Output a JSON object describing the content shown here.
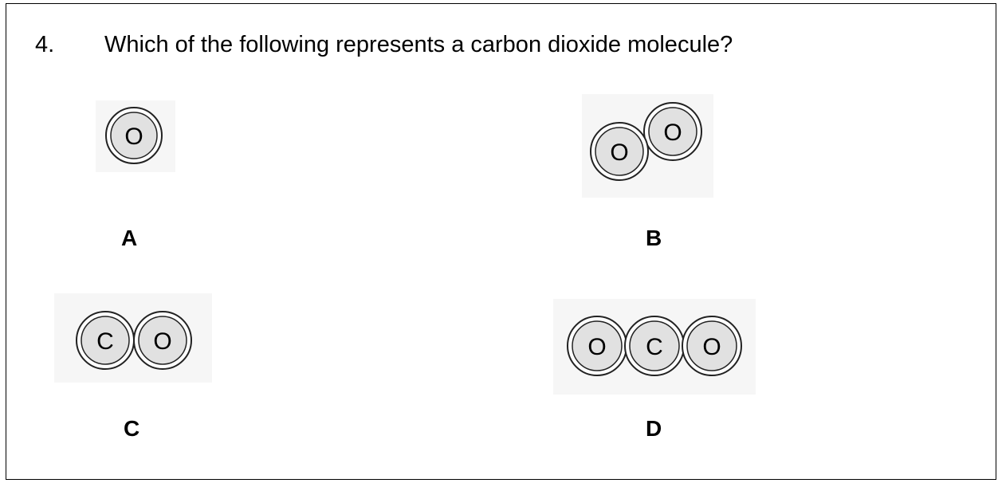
{
  "question": {
    "number": "4.",
    "text": "Which of the following represents a carbon dioxide molecule?"
  },
  "options": {
    "a": {
      "label": "A",
      "atoms": [
        "O"
      ]
    },
    "b": {
      "label": "B",
      "atoms": [
        "O",
        "O"
      ]
    },
    "c": {
      "label": "C",
      "atoms": [
        "C",
        "O"
      ]
    },
    "d": {
      "label": "D",
      "atoms": [
        "O",
        "C",
        "O"
      ]
    }
  },
  "colors": {
    "atom_fill": "#e1e1e1",
    "atom_stroke": "#222222",
    "figure_shadow": "#f6f6f6"
  }
}
